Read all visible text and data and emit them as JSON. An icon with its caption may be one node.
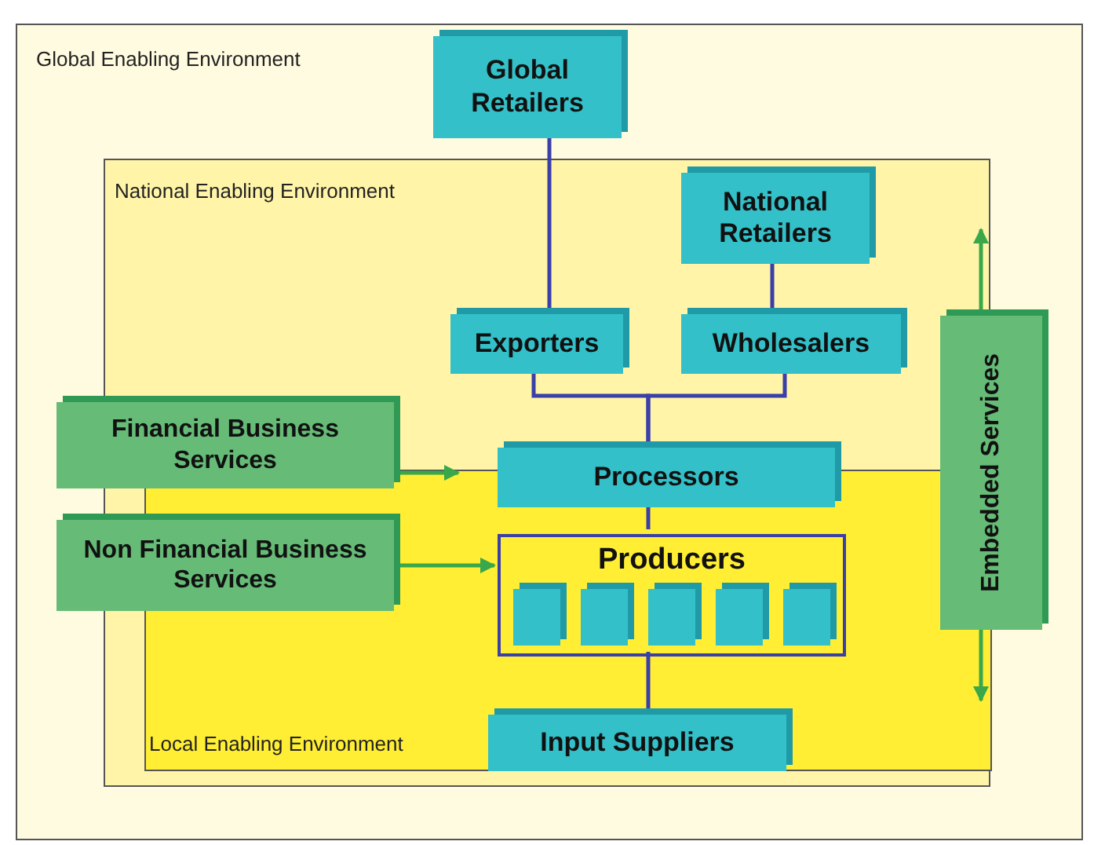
{
  "diagram": {
    "nodes": [
      {
        "text": [
          "Global Enabling Environment"
        ]
      },
      {
        "text": [
          "Global Retailers"
        ],
        "in": 0
      },
      {
        "text": [
          "National Enabling Environment"
        ],
        "in": 0
      },
      {
        "text": [
          "National Retailers"
        ],
        "in": 2
      },
      {
        "text": [
          "Exporters"
        ],
        "in": 2
      },
      {
        "text": [
          "Wholesalers"
        ],
        "in": 2
      },
      {
        "text": [
          "Financial Business Services"
        ],
        "in": 0
      },
      {
        "text": [
          "Processors"
        ],
        "in": 2
      },
      {
        "text": [
          "Embedded Services"
        ],
        "in": 0
      },
      {
        "text": [
          "Non Financial Business Services"
        ],
        "in": 0
      },
      {
        "text": [
          "Local Enabling Environment"
        ],
        "in": 2
      },
      {
        "text": [
          "Producers"
        ],
        "in": 10
      },
      {
        "text": [],
        "shape": "box",
        "in": 11
      },
      {
        "text": [],
        "shape": "box",
        "in": 11
      },
      {
        "text": [],
        "shape": "box",
        "in": 11
      },
      {
        "text": [],
        "shape": "box",
        "in": 11
      },
      {
        "text": [],
        "shape": "box",
        "in": 11
      },
      {
        "text": [
          "Input Suppliers"
        ],
        "in": 10
      }
    ],
    "edges": [
      {
        "from": 1,
        "to": 4,
        "arrow": "none"
      },
      {
        "from": 3,
        "to": 5,
        "arrow": "none"
      },
      {
        "from": 4,
        "to": 7,
        "arrow": "none"
      },
      {
        "from": 5,
        "to": 7,
        "arrow": "none"
      },
      {
        "from": 7,
        "to": 11,
        "arrow": "none"
      },
      {
        "from": 11,
        "to": 17,
        "arrow": "none"
      },
      {
        "from": 6,
        "to": 10,
        "arrow": "to",
        "color": "#3aa84a"
      },
      {
        "from": 9,
        "to": 11,
        "arrow": "to",
        "color": "#3aa84a"
      },
      {
        "from": 8,
        "to": 2,
        "arrow": "to",
        "color": "#3aa84a"
      },
      {
        "from": 8,
        "to": 10,
        "arrow": "to",
        "color": "#3aa84a"
      }
    ]
  }
}
